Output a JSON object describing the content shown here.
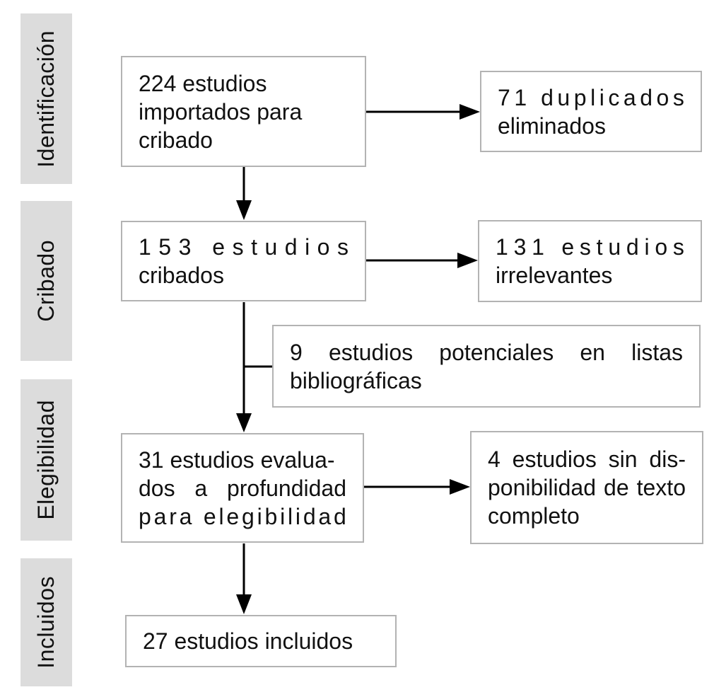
{
  "diagram_title": "PRISMA flow diagram (Spanish)",
  "colors": {
    "connector_line": "#000000",
    "box_border": "#b3b3b3",
    "box_background": "#ffffff",
    "stage_background": "#dcdcdc",
    "text": "#111111"
  },
  "stages": [
    {
      "label": "Identificación"
    },
    {
      "label": "Cribado"
    },
    {
      "label": "Elegibilidad"
    },
    {
      "label": "Incluidos"
    }
  ],
  "boxes": {
    "imported": {
      "text": "224 estudios importados para cribado",
      "count": 224,
      "lines": [
        {
          "t": "224 estudios"
        },
        {
          "t": "importados para"
        },
        {
          "t": "cribado"
        }
      ]
    },
    "duplicates": {
      "text": "71 duplicados eliminados",
      "count": 71,
      "lines": [
        {
          "t": "71 duplicados",
          "j": "char"
        },
        {
          "t": "eliminados"
        }
      ]
    },
    "screened": {
      "text": "153 estudios cribados",
      "count": 153,
      "lines": [
        {
          "t": "153 estudios",
          "j": "char"
        },
        {
          "t": "cribados"
        }
      ]
    },
    "irrelevant": {
      "text": "131 estudios irrelevantes",
      "count": 131,
      "lines": [
        {
          "t": "131 estudios",
          "j": "char"
        },
        {
          "t": "irrelevantes"
        }
      ]
    },
    "reference_lists": {
      "text": "9 estudios potenciales en listas bibliográficas",
      "count": 9,
      "lines": [
        {
          "t": "9 estudios potenciales en listas",
          "j": "word"
        },
        {
          "t": "bibliográficas"
        }
      ]
    },
    "assessed": {
      "text": "31 estudios evaluados a profundidad para elegibilidad",
      "count": 31,
      "lines": [
        {
          "t": "31 estudios evalua-"
        },
        {
          "t": "dos a profundidad",
          "j": "word"
        },
        {
          "t": "para elegibilidad",
          "j": "char"
        }
      ]
    },
    "no_fulltext": {
      "text": "4 estudios sin disponibilidad de texto completo",
      "count": 4,
      "lines": [
        {
          "t": "4 estudios sin dis-",
          "j": "word"
        },
        {
          "t": "ponibilidad de texto",
          "j": "word"
        },
        {
          "t": "completo"
        }
      ]
    },
    "included": {
      "text": "27 estudios incluidos",
      "count": 27,
      "lines": [
        {
          "t": "27 estudios incluidos"
        }
      ]
    }
  }
}
